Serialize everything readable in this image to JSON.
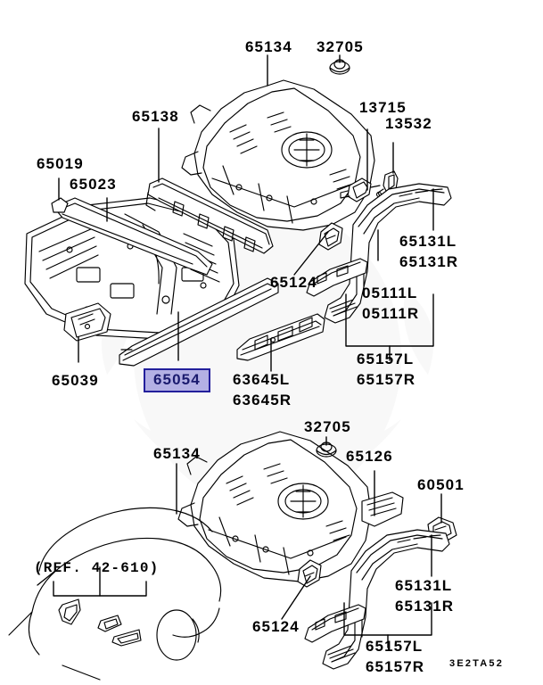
{
  "diagram": {
    "code": "3E2TA52",
    "reference_note": "(REF. 42-610)",
    "highlight_color": "#b3b0e4",
    "highlight_border_color": "#231f9c",
    "line_color": "#000000",
    "background_color": "#ffffff"
  },
  "upper_assembly": {
    "labels": [
      {
        "id": "65134",
        "text": "65134"
      },
      {
        "id": "32705",
        "text": "32705"
      },
      {
        "id": "13715",
        "text": "13715"
      },
      {
        "id": "13532",
        "text": "13532"
      },
      {
        "id": "65138",
        "text": "65138"
      },
      {
        "id": "65019",
        "text": "65019"
      },
      {
        "id": "65023",
        "text": "65023"
      },
      {
        "id": "65124",
        "text": "65124"
      },
      {
        "id": "65039",
        "text": "65039"
      },
      {
        "id": "65054",
        "text": "65054"
      },
      {
        "id": "65131L",
        "text": "65131L"
      },
      {
        "id": "65131R",
        "text": "65131R"
      },
      {
        "id": "05111L",
        "text": "05111L"
      },
      {
        "id": "05111R",
        "text": "05111R"
      },
      {
        "id": "65157L",
        "text": "65157L"
      },
      {
        "id": "65157R",
        "text": "65157R"
      },
      {
        "id": "63645L",
        "text": "63645L"
      },
      {
        "id": "63645R",
        "text": "63645R"
      }
    ],
    "selected_part": "65054"
  },
  "lower_assembly": {
    "labels": [
      {
        "id": "32705b",
        "text": "32705"
      },
      {
        "id": "65134b",
        "text": "65134"
      },
      {
        "id": "65126",
        "text": "65126"
      },
      {
        "id": "60501",
        "text": "60501"
      },
      {
        "id": "65124b",
        "text": "65124"
      },
      {
        "id": "65131Lb",
        "text": "65131L"
      },
      {
        "id": "65131Rb",
        "text": "65131R"
      },
      {
        "id": "65157Lb",
        "text": "65157L"
      },
      {
        "id": "65157Rb",
        "text": "65157R"
      }
    ]
  }
}
